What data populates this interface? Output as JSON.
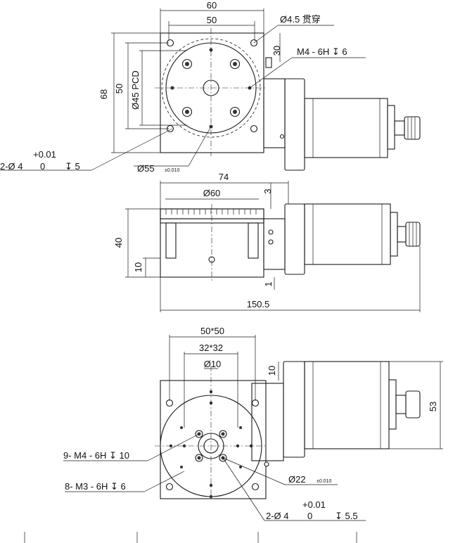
{
  "top_view": {
    "width_60": "60",
    "width_50": "50",
    "height_68": "68",
    "height_50": "50",
    "pcd": "Ø45 PCD",
    "thru_hole": "Ø4.5 贯穿",
    "dim_30": "30",
    "thread": "M4 - 6H ↧ 6",
    "pin_holes": "2-Ø 4",
    "pin_tol": "+0.01",
    "pin_tol_low": "0",
    "pin_depth": "↧ 5",
    "dia_55": "Ø55",
    "dia_55_tol": "±0.010"
  },
  "side_view": {
    "width_74": "74",
    "dia_60": "Ø60",
    "dim_3": "3",
    "height_40": "40",
    "dim_10": "10",
    "dim_1": "1",
    "length_150_5": "150.5"
  },
  "bottom_view": {
    "sq_50": "50*50",
    "sq_32": "32*32",
    "dia_10": "Ø10",
    "dim_10": "10",
    "height_53": "53",
    "thread_m4": "9- M4 - 6H ↧ 10",
    "thread_m3": "8- M3 - 6H ↧ 6",
    "dia_22": "Ø22",
    "dia_22_tol": "±0.010",
    "pin_holes": "2-Ø 4",
    "pin_tol": "+0.01",
    "pin_tol_low": "0",
    "pin_depth": "↧ 5.5"
  }
}
